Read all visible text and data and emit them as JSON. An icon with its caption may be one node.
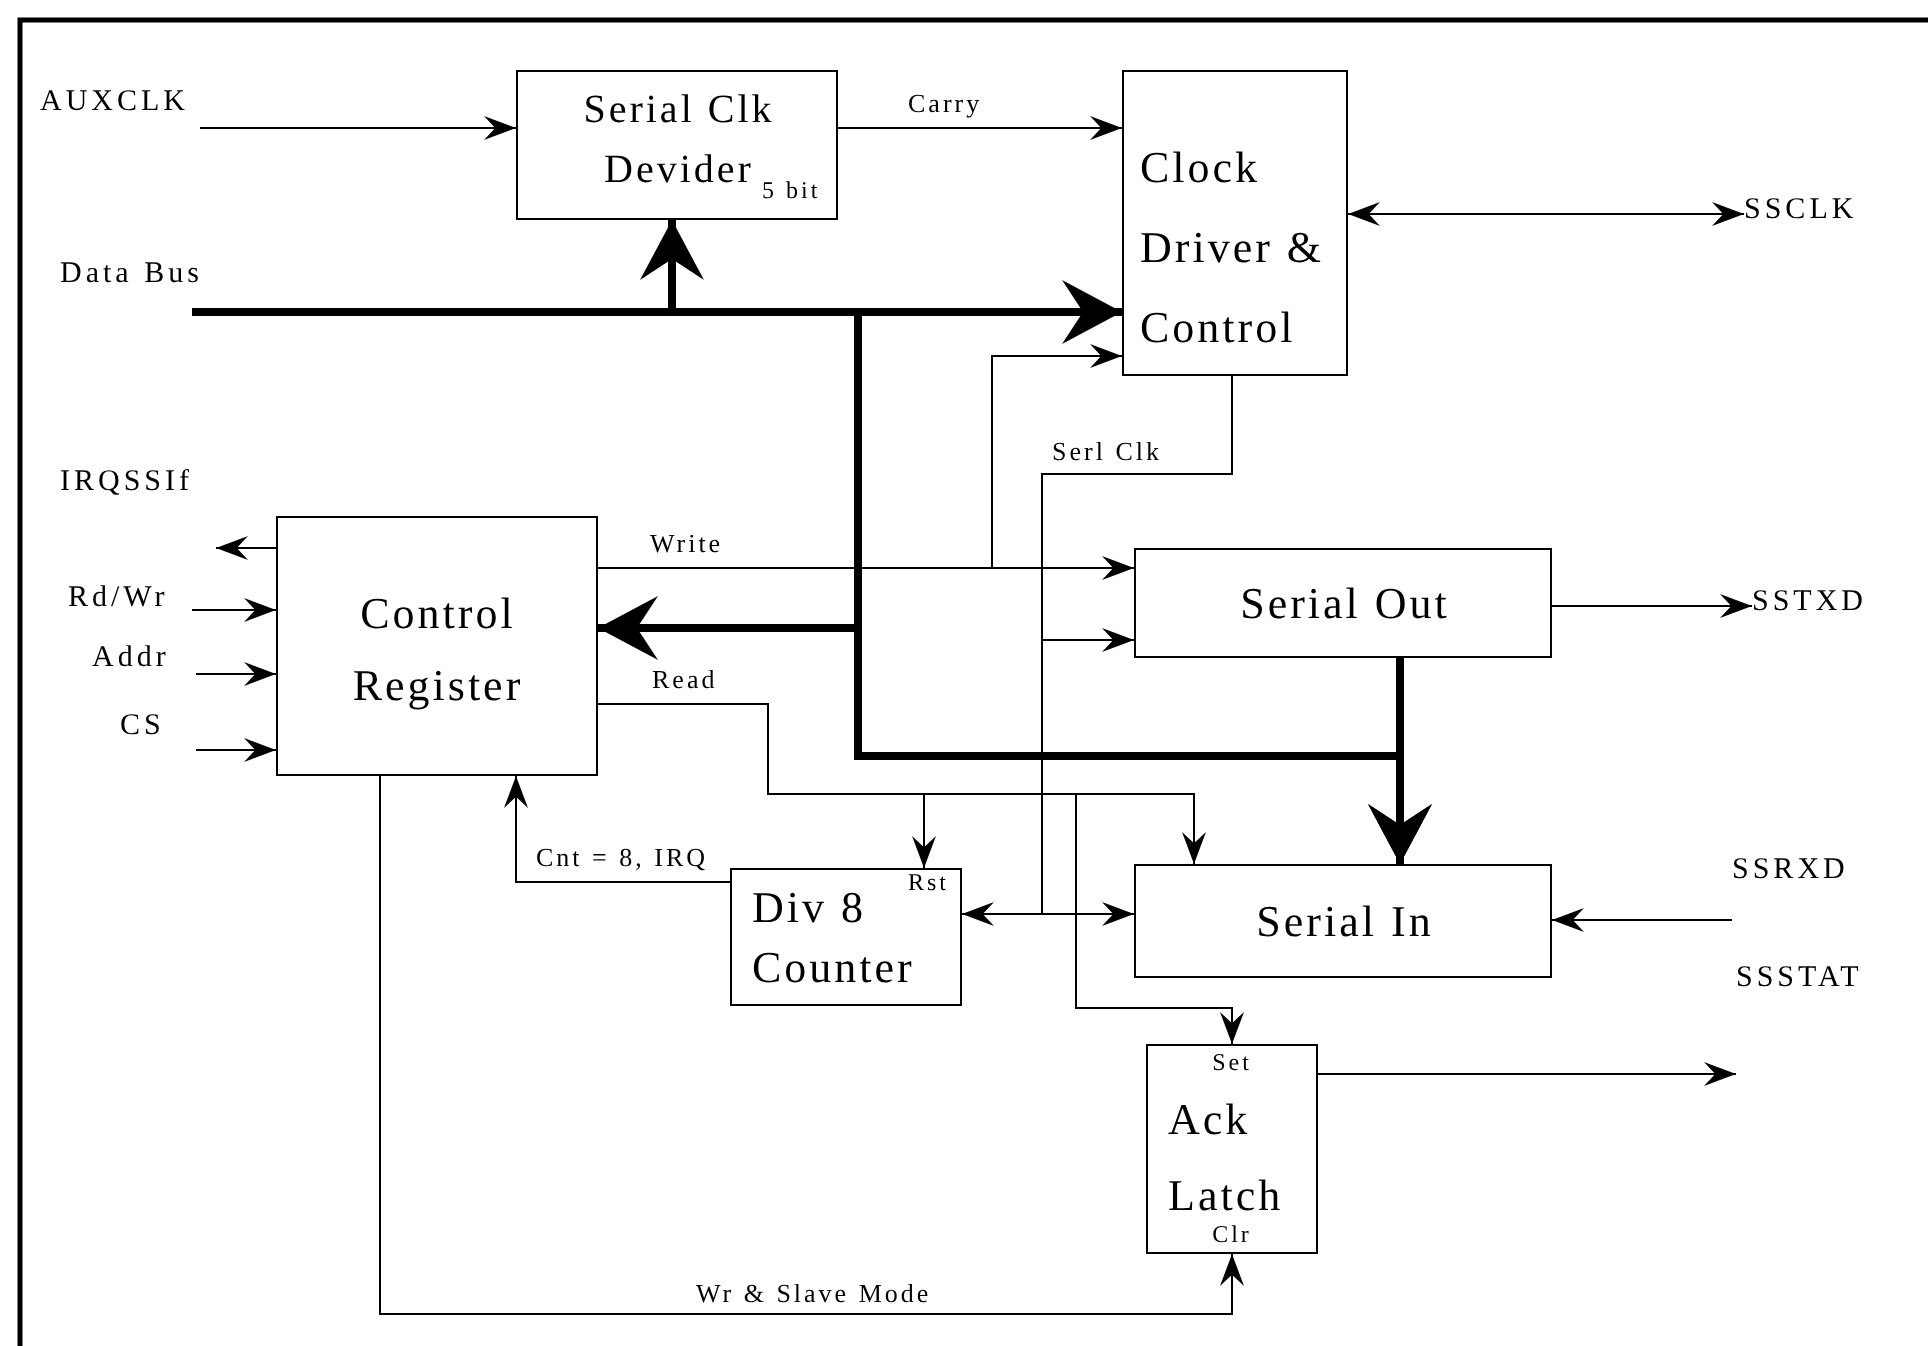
{
  "diagram": {
    "nodes": [
      {
        "text": [
          "AUXCLK"
        ]
      },
      {
        "text": [
          "Serial Clk Devider",
          "5 bit"
        ]
      },
      {
        "text": [
          "Clock Driver & Control"
        ]
      },
      {
        "text": [
          "SSCLK"
        ]
      },
      {
        "text": [
          "Data Bus"
        ]
      },
      {
        "text": [
          "IRQSSIf"
        ]
      },
      {
        "text": [
          "Rd/Wr"
        ]
      },
      {
        "text": [
          "Addr"
        ]
      },
      {
        "text": [
          "CS"
        ]
      },
      {
        "text": [
          "Control Register"
        ]
      },
      {
        "text": [
          "Serial Out"
        ]
      },
      {
        "text": [
          "SSTXD"
        ]
      },
      {
        "text": [
          "Rst",
          "Div 8 Counter"
        ]
      },
      {
        "text": [
          "Serial In"
        ]
      },
      {
        "text": [
          "SSRXD"
        ]
      },
      {
        "text": [
          "Set",
          "Ack Latch",
          "Clr"
        ]
      },
      {
        "text": [
          "SSSTAT"
        ]
      }
    ],
    "edges": [
      {
        "from": 0,
        "to": 1,
        "arrow": "to"
      },
      {
        "from": 1,
        "to": 2,
        "arrow": "to",
        "label": "Carry"
      },
      {
        "from": 2,
        "to": 3,
        "arrow": "both"
      },
      {
        "from": 4,
        "to": 1,
        "arrow": "to",
        "style": "thick"
      },
      {
        "from": 4,
        "to": 2,
        "arrow": "to",
        "style": "thick"
      },
      {
        "from": 4,
        "to": 9,
        "arrow": "to",
        "style": "thick"
      },
      {
        "from": 4,
        "to": 13,
        "arrow": "to",
        "style": "thick"
      },
      {
        "from": 10,
        "to": 13,
        "arrow": "to",
        "style": "thick"
      },
      {
        "from": 9,
        "to": 5,
        "arrow": "to"
      },
      {
        "from": 6,
        "to": 9,
        "arrow": "to"
      },
      {
        "from": 7,
        "to": 9,
        "arrow": "to"
      },
      {
        "from": 8,
        "to": 9,
        "arrow": "to"
      },
      {
        "from": 9,
        "to": 10,
        "arrow": "to",
        "label": "Write"
      },
      {
        "from": 9,
        "to": 2,
        "arrow": "to"
      },
      {
        "from": 2,
        "to": 10,
        "arrow": "to",
        "label": "Serl Clk"
      },
      {
        "from": 2,
        "to": 12,
        "arrow": "to"
      },
      {
        "from": 2,
        "to": 13,
        "arrow": "to"
      },
      {
        "from": 9,
        "to": 13,
        "arrow": "to",
        "label": "Read"
      },
      {
        "from": 9,
        "to": 12,
        "arrow": "to"
      },
      {
        "from": 9,
        "to": 15,
        "arrow": "to"
      },
      {
        "from": 12,
        "to": 9,
        "arrow": "to",
        "label": "Cnt = 8, IRQ"
      },
      {
        "from": 9,
        "to": 15,
        "arrow": "to",
        "label": "Wr & Slave Mode"
      },
      {
        "from": 10,
        "to": 11,
        "arrow": "to"
      },
      {
        "from": 14,
        "to": 13,
        "arrow": "to"
      },
      {
        "from": 15,
        "to": 16,
        "arrow": "to"
      }
    ]
  }
}
